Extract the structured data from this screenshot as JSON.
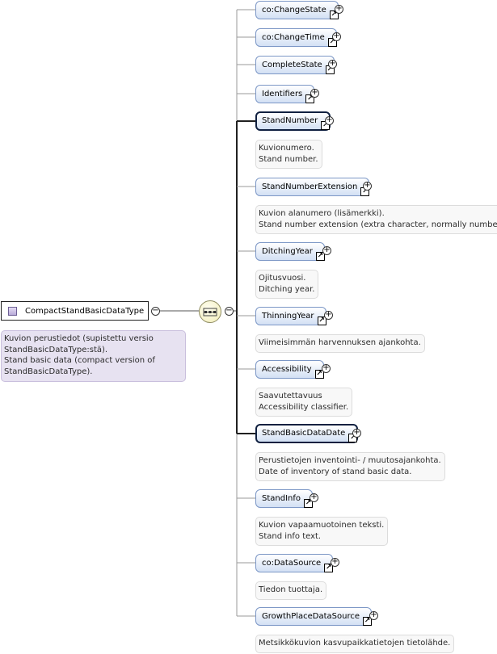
{
  "type_node": {
    "label": "CompactStandBasicDataType",
    "doc_lines": [
      "Kuvion perustiedot (supistettu versio",
      "StandBasicDataType:stä).",
      "Stand basic data (compact version of",
      "StandBasicDataType)."
    ]
  },
  "compositor": {
    "kind": "sequence",
    "icon": "sequence-icon"
  },
  "elements": [
    {
      "name": "co:ChangeState",
      "mandatory": false,
      "doc_lines": []
    },
    {
      "name": "co:ChangeTime",
      "mandatory": false,
      "doc_lines": []
    },
    {
      "name": "CompleteState",
      "mandatory": false,
      "doc_lines": []
    },
    {
      "name": "Identifiers",
      "mandatory": false,
      "doc_lines": []
    },
    {
      "name": "StandNumber",
      "mandatory": true,
      "doc_lines": [
        "Kuvionumero.",
        "Stand number."
      ]
    },
    {
      "name": "StandNumberExtension",
      "mandatory": false,
      "doc_lines": [
        "Kuvion alanumero (lisämerkki).",
        "Stand number extension (extra character, normally number)."
      ]
    },
    {
      "name": "DitchingYear",
      "mandatory": false,
      "doc_lines": [
        "Ojitusvuosi.",
        "Ditching year."
      ]
    },
    {
      "name": "ThinningYear",
      "mandatory": false,
      "doc_lines": [
        "Viimeisimmän harvennuksen ajankohta."
      ]
    },
    {
      "name": "Accessibility",
      "mandatory": false,
      "doc_lines": [
        "Saavutettavuus",
        "Accessibility classifier."
      ]
    },
    {
      "name": "StandBasicDataDate",
      "mandatory": true,
      "doc_lines": [
        "Perustietojen inventointi- / muutosajankohta.",
        "Date of inventory of stand basic data."
      ]
    },
    {
      "name": "StandInfo",
      "mandatory": false,
      "doc_lines": [
        "Kuvion vapaamuotoinen teksti.",
        "Stand info text."
      ]
    },
    {
      "name": "co:DataSource",
      "mandatory": false,
      "doc_lines": [
        "Tiedon tuottaja."
      ]
    },
    {
      "name": "GrowthPlaceDataSource",
      "mandatory": false,
      "doc_lines": [
        "Metsikkökuvion kasvupaikkatietojen tietolähde."
      ]
    }
  ],
  "symbols": {
    "expand": "+",
    "collapse": "−",
    "reference": "↗"
  }
}
